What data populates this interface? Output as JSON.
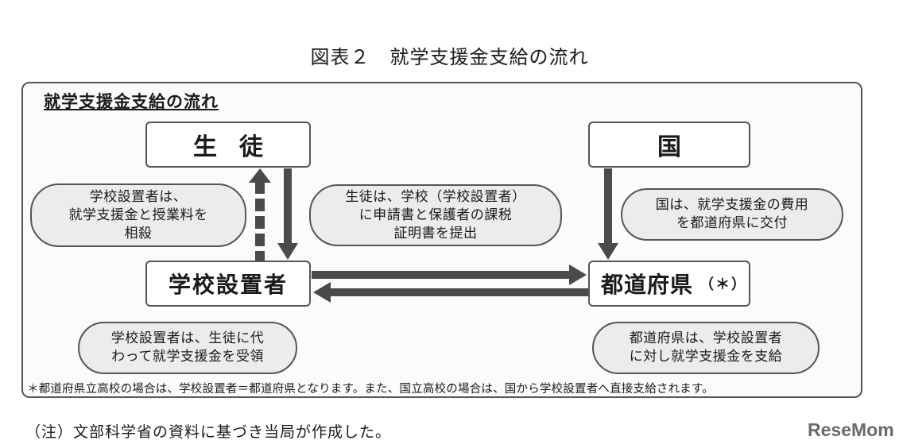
{
  "figure_title": "図表２　就学支援金支給の流れ",
  "frame_title": "就学支援金支給の流れ",
  "nodes": {
    "student": "生徒",
    "country": "国",
    "school_founder": "学校設置者",
    "prefecture": "都道府県",
    "prefecture_mark": "（＊）"
  },
  "bubbles": {
    "offset": [
      "学校設置者は、",
      "就学支援金と授業料を",
      "相殺"
    ],
    "application": [
      "生徒は、学校（学校設置者）",
      "に申請書と保護者の課税",
      "証明書を提出"
    ],
    "grant": [
      "国は、就学支援金の費用",
      "を都道府県に交付"
    ],
    "receipt": [
      "学校設置者は、生徒に代",
      "わって就学支援金を受領"
    ],
    "payment": [
      "都道府県は、学校設置者",
      "に対し就学支援金を支給"
    ]
  },
  "footnote": "＊都道府県立高校の場合は、学校設置者＝都道府県となります。また、国立高校の場合は、国から学校設置者へ直接支給されます。",
  "source_note": "（注）文部科学省の資料に基づき当局が作成した。",
  "logo_text": "ReseMom",
  "colors": {
    "arrow": "#4a4a4a",
    "bubble_fill": "#ececec",
    "border": "#555555"
  }
}
